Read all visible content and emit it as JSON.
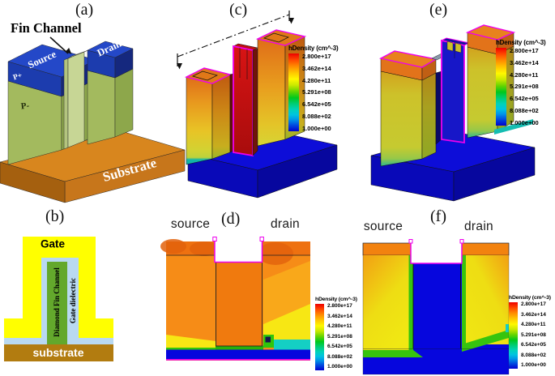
{
  "figure": {
    "background": "#ffffff",
    "panels": {
      "a": {
        "label": "(a)",
        "fin_channel": "Fin Channel",
        "source": "Source",
        "drain": "Drain",
        "p_plus": "P+",
        "p_minus": "P-",
        "substrate": "Substrate"
      },
      "b": {
        "label": "(b)",
        "gate": "Gate",
        "fin": "Diamond Fin Channel",
        "dielectric": "Gate dielectric",
        "substrate": "substrate"
      },
      "c": {
        "label": "(c)"
      },
      "d": {
        "label": "(d)",
        "source": "source",
        "drain": "drain"
      },
      "e": {
        "label": "(e)"
      },
      "f": {
        "label": "(f)",
        "source": "source",
        "drain": "drain"
      }
    },
    "colorbar": {
      "title": "hDensity (cm^-3)",
      "values": [
        "2.800e+17",
        "3.462e+14",
        "4.280e+11",
        "5.291e+08",
        "6.542e+05",
        "8.088e+02",
        "1.000e+00"
      ]
    },
    "colors": {
      "outline_magenta": "#ee00ee",
      "substrate_blue": "#0d0dd8",
      "hole_rich_red": "#cc1111",
      "depleted_blue": "#1717c8",
      "gate_yellow": "#ffff00",
      "dielectric_lightblue": "#b9d9f1",
      "fin_green": "#63a82c",
      "substrate_brown": "#b27c10",
      "substrate_orange": "#c7761b",
      "pillar_green": "#a3ba5e",
      "cap_blue": "#2448c8"
    }
  }
}
